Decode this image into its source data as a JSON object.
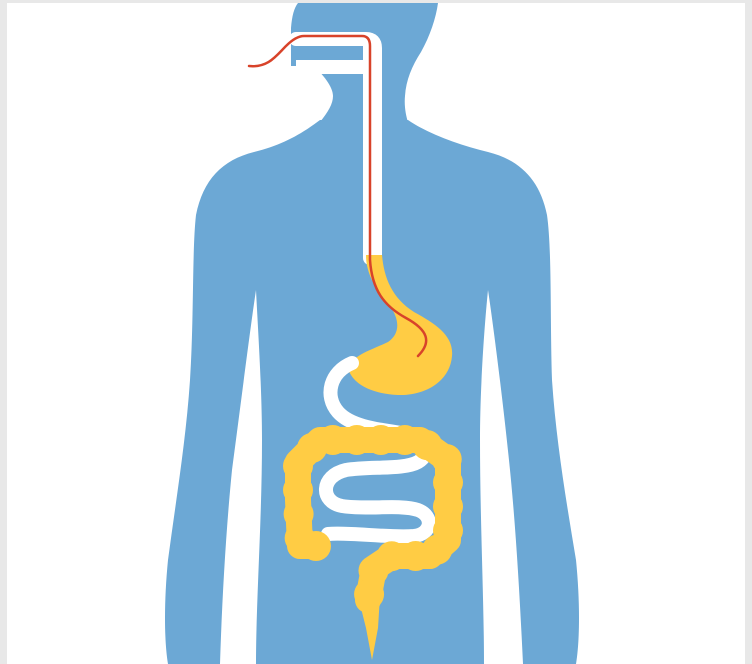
{
  "diagram": {
    "subject": "human-digestive-system-with-feeding-tube",
    "colors": {
      "frame": "#e8e8e8",
      "background": "#ffffff",
      "body": "#6ca8d5",
      "organ": "#ffcc44",
      "channel": "#ffffff",
      "tube": "#d8432a"
    },
    "parts": [
      {
        "id": "body-silhouette",
        "icon": "human-body"
      },
      {
        "id": "mouth-opening",
        "icon": "mouth"
      },
      {
        "id": "esophagus",
        "icon": "esophagus"
      },
      {
        "id": "stomach",
        "icon": "stomach"
      },
      {
        "id": "small-intestine",
        "icon": "small-intestine"
      },
      {
        "id": "large-intestine",
        "icon": "large-intestine"
      },
      {
        "id": "rectum",
        "icon": "rectum"
      },
      {
        "id": "feeding-tube",
        "icon": "feeding-tube"
      }
    ]
  }
}
